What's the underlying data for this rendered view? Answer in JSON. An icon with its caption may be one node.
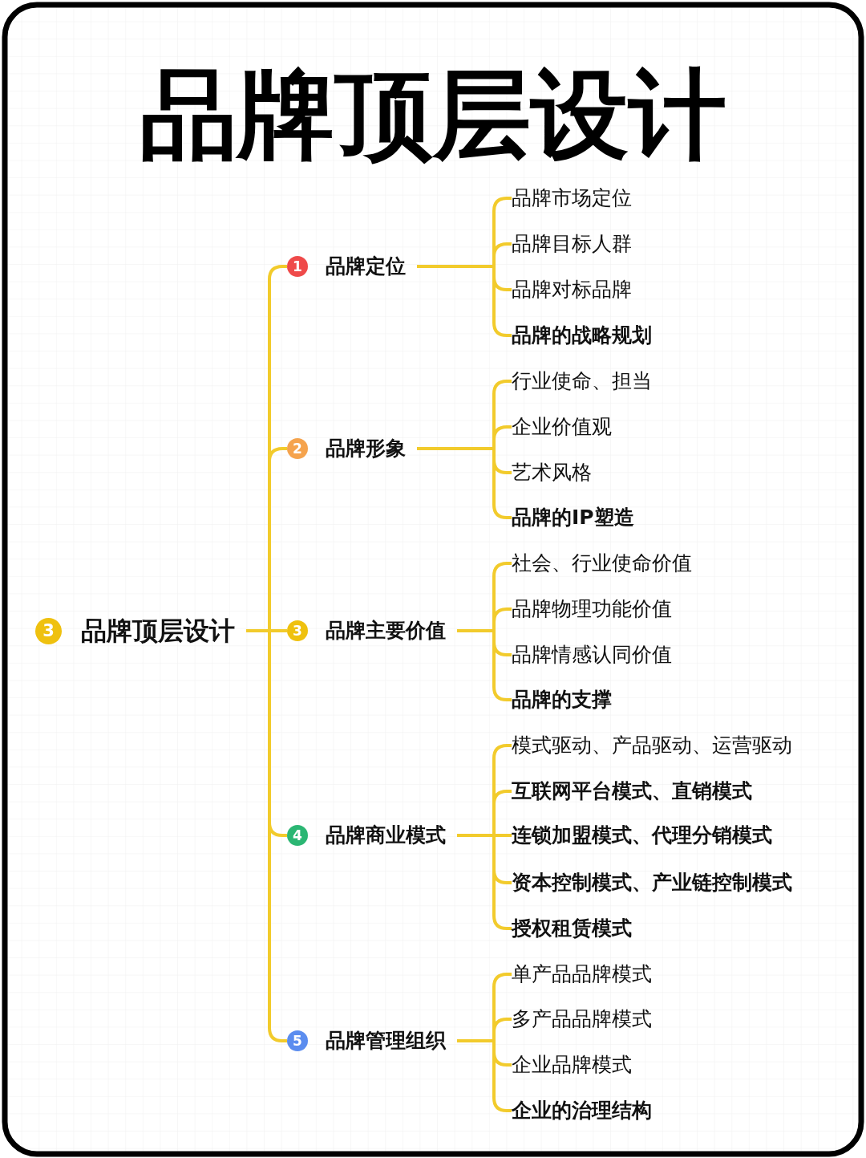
{
  "diagram": {
    "title": "品牌顶层设计",
    "nodes": [
      {
        "text": [
          "3",
          "品牌顶层设计"
        ]
      },
      {
        "text": [
          "1",
          "品牌定位"
        ]
      },
      {
        "text": [
          "品牌市场定位"
        ]
      },
      {
        "text": [
          "品牌目标人群"
        ]
      },
      {
        "text": [
          "品牌对标品牌"
        ]
      },
      {
        "text": [
          "品牌的战略规划"
        ]
      },
      {
        "text": [
          "2",
          "品牌形象"
        ]
      },
      {
        "text": [
          "行业使命、担当"
        ]
      },
      {
        "text": [
          "企业价值观"
        ]
      },
      {
        "text": [
          "艺术风格"
        ]
      },
      {
        "text": [
          "品牌的IP塑造"
        ]
      },
      {
        "text": [
          "3",
          "品牌主要价值"
        ]
      },
      {
        "text": [
          "社会、行业使命价值"
        ]
      },
      {
        "text": [
          "品牌物理功能价值"
        ]
      },
      {
        "text": [
          "品牌情感认同价值"
        ]
      },
      {
        "text": [
          "品牌的支撑"
        ]
      },
      {
        "text": [
          "4",
          "品牌商业模式"
        ]
      },
      {
        "text": [
          "模式驱动、产品驱动、运营驱动"
        ]
      },
      {
        "text": [
          "互联网平台模式、直销模式"
        ]
      },
      {
        "text": [
          "连锁加盟模式、代理分销模式"
        ]
      },
      {
        "text": [
          "资本控制模式、产业链控制模式"
        ]
      },
      {
        "text": [
          "授权租赁模式"
        ]
      },
      {
        "text": [
          "5",
          "品牌管理组织"
        ]
      },
      {
        "text": [
          "单产品品牌模式"
        ]
      },
      {
        "text": [
          "多产品品牌模式"
        ]
      },
      {
        "text": [
          "企业品牌模式"
        ]
      },
      {
        "text": [
          "企业的治理结构"
        ]
      }
    ],
    "edges": [
      {
        "from": 0,
        "to": 1,
        "arrow": "none"
      },
      {
        "from": 0,
        "to": 6,
        "arrow": "none"
      },
      {
        "from": 0,
        "to": 11,
        "arrow": "none"
      },
      {
        "from": 0,
        "to": 16,
        "arrow": "none"
      },
      {
        "from": 0,
        "to": 22,
        "arrow": "none"
      },
      {
        "from": 1,
        "to": 2,
        "arrow": "none"
      },
      {
        "from": 1,
        "to": 3,
        "arrow": "none"
      },
      {
        "from": 1,
        "to": 4,
        "arrow": "none"
      },
      {
        "from": 1,
        "to": 5,
        "arrow": "none"
      },
      {
        "from": 6,
        "to": 7,
        "arrow": "none"
      },
      {
        "from": 6,
        "to": 8,
        "arrow": "none"
      },
      {
        "from": 6,
        "to": 9,
        "arrow": "none"
      },
      {
        "from": 6,
        "to": 10,
        "arrow": "none"
      },
      {
        "from": 11,
        "to": 12,
        "arrow": "none"
      },
      {
        "from": 11,
        "to": 13,
        "arrow": "none"
      },
      {
        "from": 11,
        "to": 14,
        "arrow": "none"
      },
      {
        "from": 11,
        "to": 15,
        "arrow": "none"
      },
      {
        "from": 16,
        "to": 17,
        "arrow": "none"
      },
      {
        "from": 16,
        "to": 18,
        "arrow": "none"
      },
      {
        "from": 16,
        "to": 19,
        "arrow": "none"
      },
      {
        "from": 16,
        "to": 20,
        "arrow": "none"
      },
      {
        "from": 16,
        "to": 21,
        "arrow": "none"
      },
      {
        "from": 22,
        "to": 23,
        "arrow": "none"
      },
      {
        "from": 22,
        "to": 24,
        "arrow": "none"
      },
      {
        "from": 22,
        "to": 25,
        "arrow": "none"
      },
      {
        "from": 22,
        "to": 26,
        "arrow": "none"
      }
    ]
  }
}
